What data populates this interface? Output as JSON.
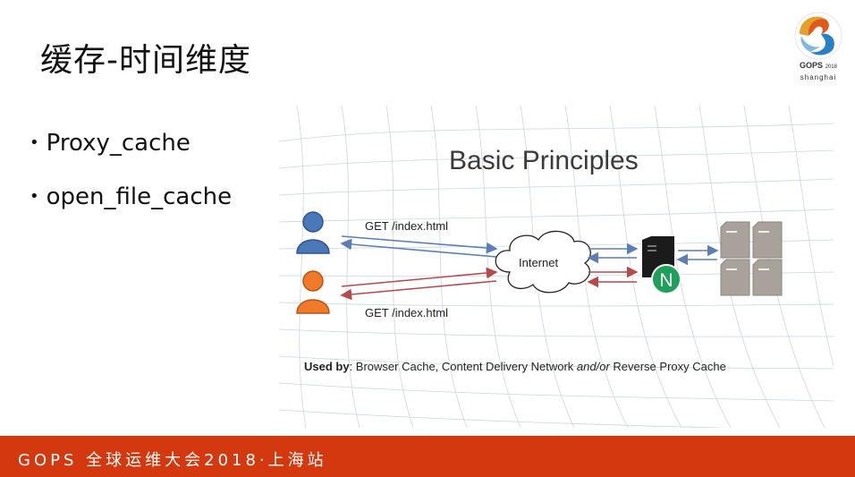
{
  "slide": {
    "title": "缓存-时间维度",
    "bullets": [
      "Proxy_cache",
      "open_file_cache"
    ]
  },
  "logo": {
    "brand": "GOPS",
    "year": "2018",
    "city": "shanghai"
  },
  "figure": {
    "heading": "Basic Principles",
    "top_request": "GET /index.html",
    "bottom_request": "GET /index.html",
    "cloud_label": "Internet",
    "server_badge": "N",
    "used_by_label": "Used by",
    "used_by_text_1": ": Browser Cache, Content Delivery Network ",
    "used_by_italic": "and/or",
    "used_by_text_2": " Reverse Proxy Cache",
    "colors": {
      "blue": "#5b7fb5",
      "red": "#b54a4a",
      "green": "#1ea05a"
    }
  },
  "footer": {
    "text": "GOPS 全球运维大会2018·上海站"
  },
  "colors": {
    "footer_bg": "#d3380f"
  }
}
